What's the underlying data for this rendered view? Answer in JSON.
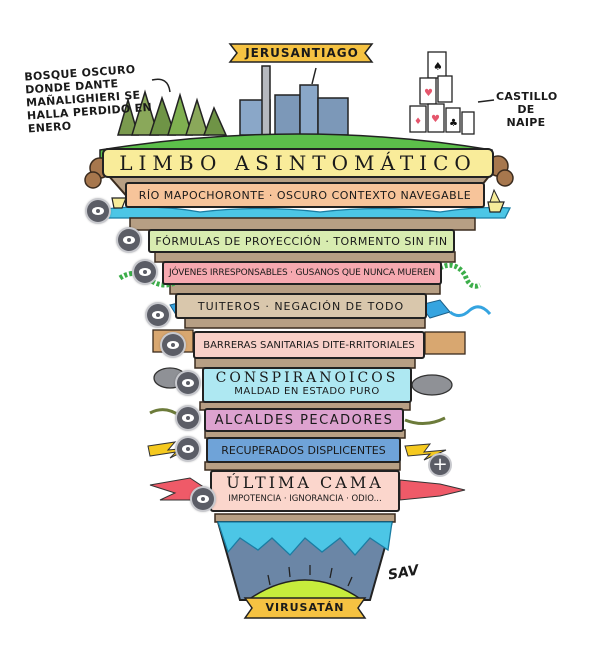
{
  "cartoon": {
    "top_banner": "JERUSANTIAGO",
    "bottom_banner": "VIRUSATÁN",
    "signature": "SAV",
    "annotations": {
      "forest": "BOSQUE OSCURO DONDE DANTE MAÑALIGHIERI SE HALLA PERDIDO EN ENERO",
      "castle": "CASTILLO DE NAIPE"
    },
    "levels": [
      {
        "title": "LIMBO ASINTOMÁTICO",
        "color": "#f9ec9a"
      },
      {
        "title": "RÍO MAPOCHORONTE · OSCURO CONTEXTO NAVEGABLE",
        "color": "#f7c49a"
      },
      {
        "title": "FÓRMULAS DE PROYECCIÓN · TORMENTO SIN FIN",
        "color": "#d8ecb0"
      },
      {
        "title": "JÓVENES IRRESPONSABLES · GUSANOS QUE NUNCA MUEREN",
        "color": "#f6a9b0"
      },
      {
        "title": "TUITEROS · NEGACIÓN DE TODO",
        "color": "#d9c7ac"
      },
      {
        "title": "BARRERAS SANITARIAS DITE-RRITORIALES",
        "color": "#f8d0c8"
      },
      {
        "title": "CONSPIRANOICOS",
        "subtitle": "MALDAD EN ESTADO PURO",
        "color": "#aee8f2"
      },
      {
        "title": "ALCALDES PECADORES",
        "color": "#dda2cf"
      },
      {
        "title": "RECUPERADOS DISPLICENTES",
        "color": "#6fa3d8"
      },
      {
        "title": "ÚLTIMA CAMA",
        "subtitle": "IMPOTENCIA · IGNORANCIA · ODIO...",
        "color": "#fbd6cc"
      }
    ]
  },
  "controls": {
    "eye_buttons": 9,
    "plus_label": "+"
  },
  "colors": {
    "button_bg": "#5b5d66",
    "banner": "#f5c242",
    "water": "#4cc6e6",
    "grass": "#5cbf4a",
    "virus": "#c7ec3c",
    "pit": "#6b86a6"
  }
}
